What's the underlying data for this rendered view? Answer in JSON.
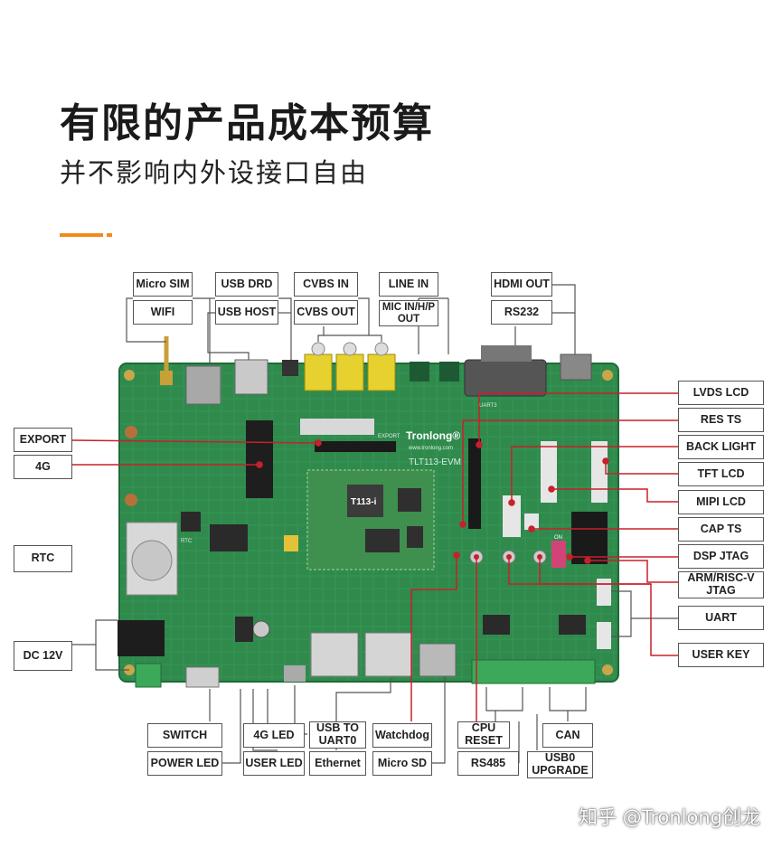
{
  "header": {
    "title": "有限的产品成本预算",
    "subtitle": "并不影响内外设接口自由"
  },
  "labels": {
    "micro_sim": "Micro SIM",
    "wifi": "WIFI",
    "usb_drd": "USB DRD",
    "usb_host": "USB HOST",
    "cvbs_in": "CVBS IN",
    "cvbs_out": "CVBS OUT",
    "line_in": "LINE IN",
    "mic_in": "MIC IN/H/P\nOUT",
    "hdmi_out": "HDMI OUT",
    "rs232": "RS232",
    "export": "EXPORT",
    "g4": "4G",
    "rtc": "RTC",
    "dc12v": "DC 12V",
    "lvds_lcd": "LVDS LCD",
    "res_ts": "RES TS",
    "back_light": "BACK LIGHT",
    "tft_lcd": "TFT LCD",
    "mipi_lcd": "MIPI LCD",
    "cap_ts": "CAP TS",
    "dsp_jtag": "DSP JTAG",
    "arm_jtag": "ARM/RISC-V\nJTAG",
    "uart": "UART",
    "user_key": "USER KEY",
    "switch": "SWITCH",
    "power_led": "POWER LED",
    "led_4g": "4G LED",
    "user_led": "USER LED",
    "usb_to_uart0": "USB TO\nUART0",
    "ethernet": "Ethernet",
    "watchdog": "Watchdog",
    "micro_sd": "Micro SD",
    "cpu_reset": "CPU\nRESET",
    "rs485": "RS485",
    "can": "CAN",
    "usb0_upgrade": "USB0\nUPGRADE"
  },
  "board": {
    "brand": "Tronlong®",
    "website": "www.tronlong.com",
    "model": "TLT113-EVM",
    "soc": "T113-i",
    "silk_export": "EXPORT",
    "silk_rtc": "RTC",
    "silk_uart3": "UART3",
    "silk_on": "ON"
  },
  "watermark": "知乎 @Tronlong创龙",
  "colors": {
    "pcb": "#2f8a4c",
    "pcb_dark": "#1f6a37",
    "callout_red": "#c8202a",
    "accent": "#f08a1c"
  }
}
